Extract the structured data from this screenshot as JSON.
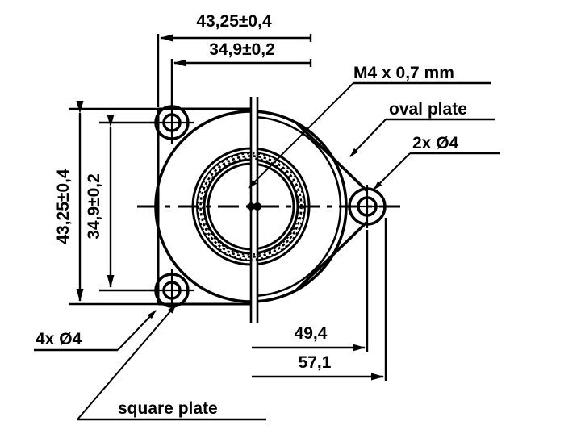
{
  "drawing": {
    "title": "Flange mounting plate dimensional drawing",
    "units": "mm",
    "line_color": "#000000",
    "background_color": "#ffffff"
  },
  "dimensions": {
    "top_outer": "43,25±0,4",
    "top_inner": "34,9±0,2",
    "left_outer": "43,25±0,4",
    "left_inner": "34,9±0,2",
    "bottom_inner": "49,4",
    "bottom_outer": "57,1"
  },
  "labels": {
    "thread": "M4 x 0,7 mm",
    "oval_plate": "oval plate",
    "two_holes": "2x Ø4",
    "four_holes": "4x Ø4",
    "square_plate": "square plate"
  },
  "icons": {
    "arrow": "arrow-head",
    "centerline": "center-line",
    "leader": "leader-line"
  }
}
